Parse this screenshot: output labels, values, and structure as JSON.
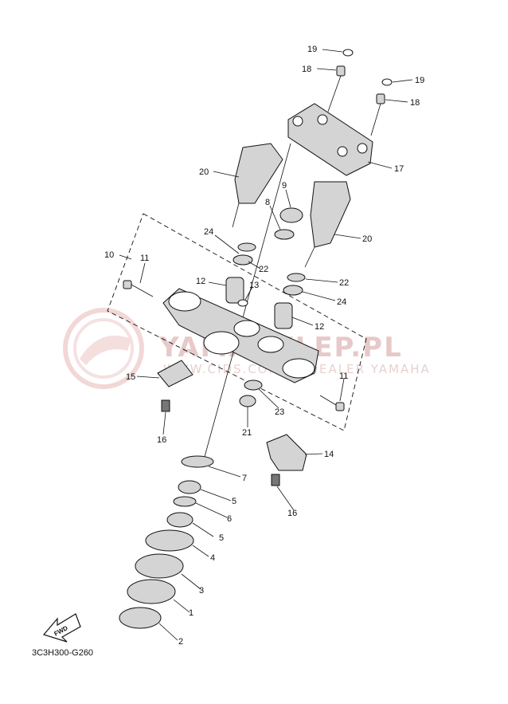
{
  "diagram": {
    "code": "3C3H300-G260",
    "fwd_label": "FWD",
    "watermark": {
      "main": "YAMASKLEP.PL",
      "sub": "WWW.CIDS.COM PL DEALER YAMAHA"
    },
    "callouts": [
      {
        "id": "c19a",
        "label": "19"
      },
      {
        "id": "c18a",
        "label": "18"
      },
      {
        "id": "c19b",
        "label": "19"
      },
      {
        "id": "c18b",
        "label": "18"
      },
      {
        "id": "c17",
        "label": "17"
      },
      {
        "id": "c20a",
        "label": "20"
      },
      {
        "id": "c9",
        "label": "9"
      },
      {
        "id": "c8",
        "label": "8"
      },
      {
        "id": "c20b",
        "label": "20"
      },
      {
        "id": "c24a",
        "label": "24"
      },
      {
        "id": "c22a",
        "label": "22"
      },
      {
        "id": "c10",
        "label": "10"
      },
      {
        "id": "c11a",
        "label": "11"
      },
      {
        "id": "c12a",
        "label": "12"
      },
      {
        "id": "c13",
        "label": "13"
      },
      {
        "id": "c22b",
        "label": "22"
      },
      {
        "id": "c24b",
        "label": "24"
      },
      {
        "id": "c12b",
        "label": "12"
      },
      {
        "id": "c15",
        "label": "15"
      },
      {
        "id": "c11b",
        "label": "11"
      },
      {
        "id": "c16a",
        "label": "16"
      },
      {
        "id": "c23",
        "label": "23"
      },
      {
        "id": "c21",
        "label": "21"
      },
      {
        "id": "c14",
        "label": "14"
      },
      {
        "id": "c7",
        "label": "7"
      },
      {
        "id": "c16b",
        "label": "16"
      },
      {
        "id": "c5a",
        "label": "5"
      },
      {
        "id": "c6",
        "label": "6"
      },
      {
        "id": "c5b",
        "label": "5"
      },
      {
        "id": "c4",
        "label": "4"
      },
      {
        "id": "c3",
        "label": "3"
      },
      {
        "id": "c1",
        "label": "1"
      },
      {
        "id": "c2",
        "label": "2"
      }
    ]
  }
}
